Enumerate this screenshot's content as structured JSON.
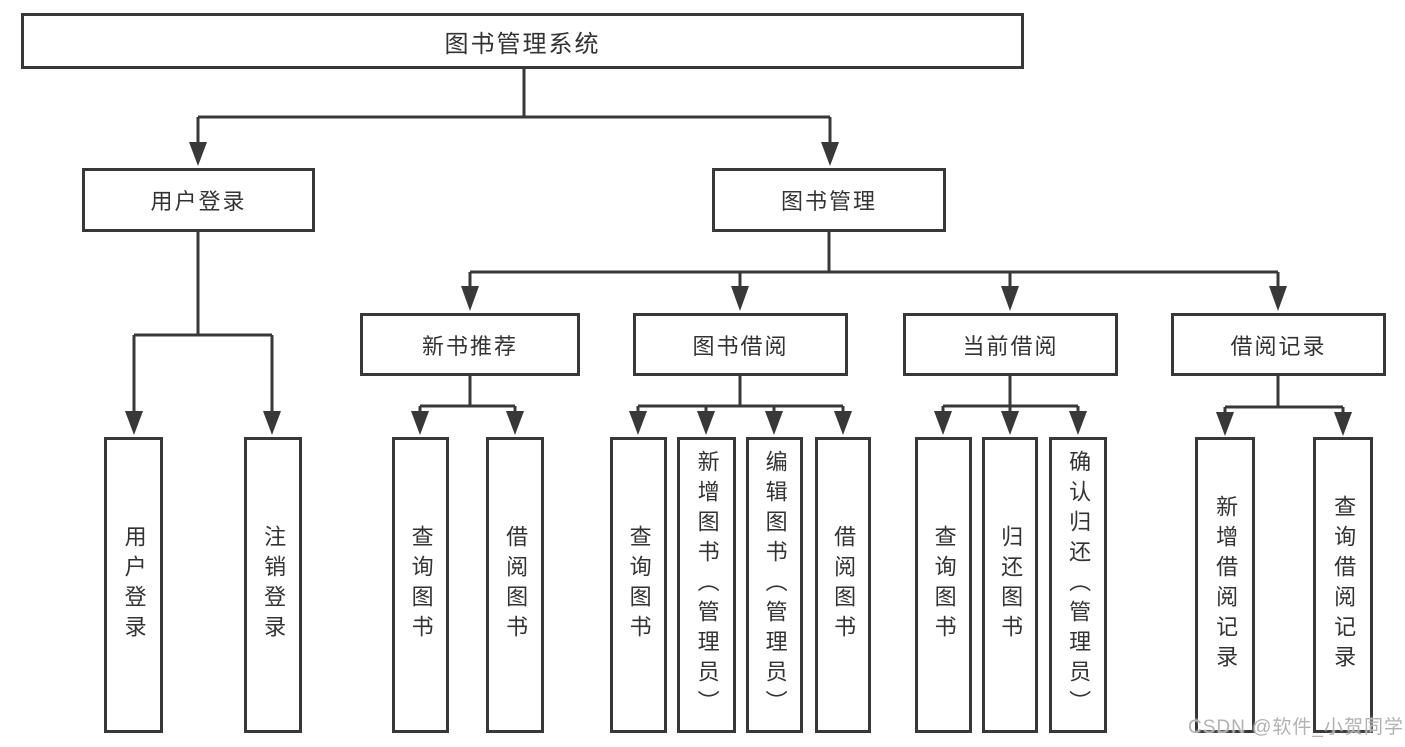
{
  "diagram": {
    "root": {
      "label": "图书管理系统"
    },
    "branches": [
      {
        "label": "用户登录",
        "children": [
          {
            "label": "用户登录"
          },
          {
            "label": "注销登录"
          }
        ]
      },
      {
        "label": "图书管理",
        "children": [
          {
            "label": "新书推荐",
            "children": [
              {
                "label": "查询图书"
              },
              {
                "label": "借阅图书"
              }
            ]
          },
          {
            "label": "图书借阅",
            "children": [
              {
                "label": "查询图书"
              },
              {
                "label": "新增图书（管理员）"
              },
              {
                "label": "编辑图书（管理员）"
              },
              {
                "label": "借阅图书"
              }
            ]
          },
          {
            "label": "当前借阅",
            "children": [
              {
                "label": "查询图书"
              },
              {
                "label": "归还图书"
              },
              {
                "label": "确认归还（管理员）"
              }
            ]
          },
          {
            "label": "借阅记录",
            "children": [
              {
                "label": "新增借阅记录"
              },
              {
                "label": "查询借阅记录"
              }
            ]
          }
        ]
      }
    ]
  },
  "watermark": {
    "text": "CSDN @软件_小贺同学"
  },
  "colors": {
    "line": "#383838",
    "text": "#333333",
    "watermark": "#b2b2b2",
    "background": "#ffffff"
  }
}
